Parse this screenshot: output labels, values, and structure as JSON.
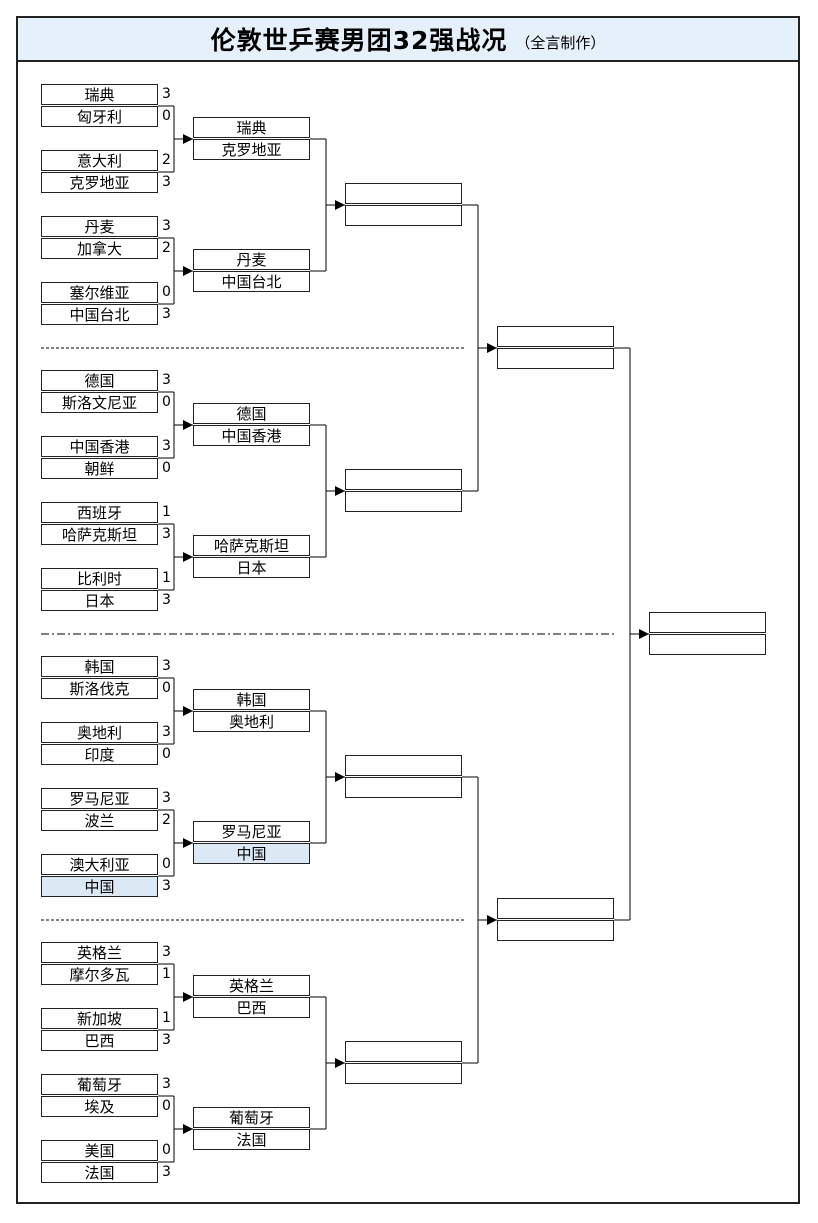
{
  "header": {
    "title": "伦敦世乒赛男团32强战况",
    "subtitle": "（全言制作）"
  },
  "accent_color": "#dce9f5",
  "round32": [
    {
      "teams": [
        {
          "name": "瑞典",
          "score": "3"
        },
        {
          "name": "匈牙利",
          "score": "0"
        }
      ]
    },
    {
      "teams": [
        {
          "name": "意大利",
          "score": "2"
        },
        {
          "name": "克罗地亚",
          "score": "3"
        }
      ]
    },
    {
      "teams": [
        {
          "name": "丹麦",
          "score": "3"
        },
        {
          "name": "加拿大",
          "score": "2"
        }
      ]
    },
    {
      "teams": [
        {
          "name": "塞尔维亚",
          "score": "0"
        },
        {
          "name": "中国台北",
          "score": "3"
        }
      ]
    },
    {
      "teams": [
        {
          "name": "德国",
          "score": "3"
        },
        {
          "name": "斯洛文尼亚",
          "score": "0"
        }
      ]
    },
    {
      "teams": [
        {
          "name": "中国香港",
          "score": "3"
        },
        {
          "name": "朝鲜",
          "score": "0"
        }
      ]
    },
    {
      "teams": [
        {
          "name": "西班牙",
          "score": "1"
        },
        {
          "name": "哈萨克斯坦",
          "score": "3"
        }
      ]
    },
    {
      "teams": [
        {
          "name": "比利时",
          "score": "1"
        },
        {
          "name": "日本",
          "score": "3"
        }
      ]
    },
    {
      "teams": [
        {
          "name": "韩国",
          "score": "3"
        },
        {
          "name": "斯洛伐克",
          "score": "0"
        }
      ]
    },
    {
      "teams": [
        {
          "name": "奥地利",
          "score": "3"
        },
        {
          "name": "印度",
          "score": "0"
        }
      ]
    },
    {
      "teams": [
        {
          "name": "罗马尼亚",
          "score": "3"
        },
        {
          "name": "波兰",
          "score": "2"
        }
      ]
    },
    {
      "teams": [
        {
          "name": "澳大利亚",
          "score": "0"
        },
        {
          "name": "中国",
          "score": "3",
          "highlight": true
        }
      ]
    },
    {
      "teams": [
        {
          "name": "英格兰",
          "score": "3"
        },
        {
          "name": "摩尔多瓦",
          "score": "1"
        }
      ]
    },
    {
      "teams": [
        {
          "name": "新加坡",
          "score": "1"
        },
        {
          "name": "巴西",
          "score": "3"
        }
      ]
    },
    {
      "teams": [
        {
          "name": "葡萄牙",
          "score": "3"
        },
        {
          "name": "埃及",
          "score": "0"
        }
      ]
    },
    {
      "teams": [
        {
          "name": "美国",
          "score": "0"
        },
        {
          "name": "法国",
          "score": "3"
        }
      ]
    }
  ],
  "round16": [
    {
      "teams": [
        {
          "name": "瑞典"
        },
        {
          "name": "克罗地亚"
        }
      ]
    },
    {
      "teams": [
        {
          "name": "丹麦"
        },
        {
          "name": "中国台北"
        }
      ]
    },
    {
      "teams": [
        {
          "name": "德国"
        },
        {
          "name": "中国香港"
        }
      ]
    },
    {
      "teams": [
        {
          "name": "哈萨克斯坦"
        },
        {
          "name": "日本"
        }
      ]
    },
    {
      "teams": [
        {
          "name": "韩国"
        },
        {
          "name": "奥地利"
        }
      ]
    },
    {
      "teams": [
        {
          "name": "罗马尼亚"
        },
        {
          "name": "中国",
          "highlight": true
        }
      ]
    },
    {
      "teams": [
        {
          "name": "英格兰"
        },
        {
          "name": "巴西"
        }
      ]
    },
    {
      "teams": [
        {
          "name": "葡萄牙"
        },
        {
          "name": "法国"
        }
      ]
    }
  ],
  "quarterfinals": [
    {
      "teams": [
        {
          "name": ""
        },
        {
          "name": ""
        }
      ]
    },
    {
      "teams": [
        {
          "name": ""
        },
        {
          "name": ""
        }
      ]
    },
    {
      "teams": [
        {
          "name": ""
        },
        {
          "name": ""
        }
      ]
    },
    {
      "teams": [
        {
          "name": ""
        },
        {
          "name": ""
        }
      ]
    }
  ],
  "semifinals": [
    {
      "teams": [
        {
          "name": ""
        },
        {
          "name": ""
        }
      ]
    },
    {
      "teams": [
        {
          "name": ""
        },
        {
          "name": ""
        }
      ]
    }
  ],
  "final": {
    "teams": [
      {
        "name": ""
      },
      {
        "name": ""
      }
    ]
  }
}
